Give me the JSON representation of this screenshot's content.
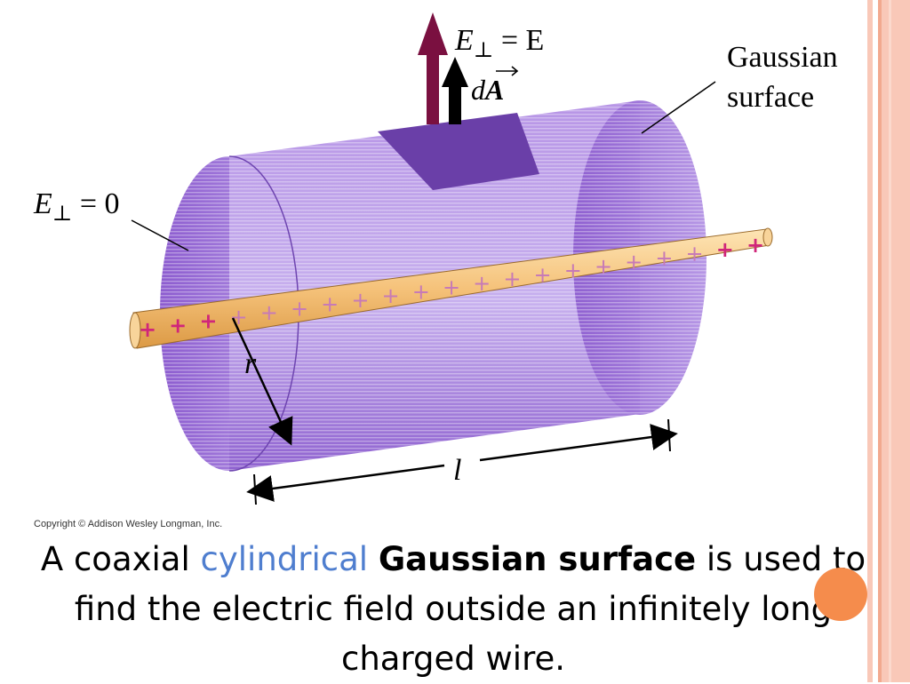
{
  "labels": {
    "e_perp_eq_e": {
      "base": "E",
      "sub": "⊥",
      "rest": " = E"
    },
    "d_a": {
      "d": "d",
      "a": "A"
    },
    "gaussian_line1": "Gaussian",
    "gaussian_line2": "surface",
    "e_perp_eq_zero": {
      "base": "E",
      "sub": "⊥",
      "rest": " = 0"
    },
    "radius": "r",
    "length": "l",
    "plus": "+"
  },
  "copyright": "Copyright © Addison Wesley Longman, Inc.",
  "caption": {
    "part1": "A coaxial ",
    "part2": "cylindrical",
    "part3": " ",
    "part4": "Gaussian surface",
    "part5": " is used to find the electric field outside an infinitely long charged wire."
  },
  "colors": {
    "cylinder": "#a07ad8",
    "cylinder_dark": "#7e52c4",
    "patch": "#6a3fa8",
    "wire": "#f3c27a",
    "plus": "#d0267a",
    "field_arrow": "#7a1040",
    "accent_blue": "#4f7ecf",
    "orange_dot": "#f58c4c"
  }
}
